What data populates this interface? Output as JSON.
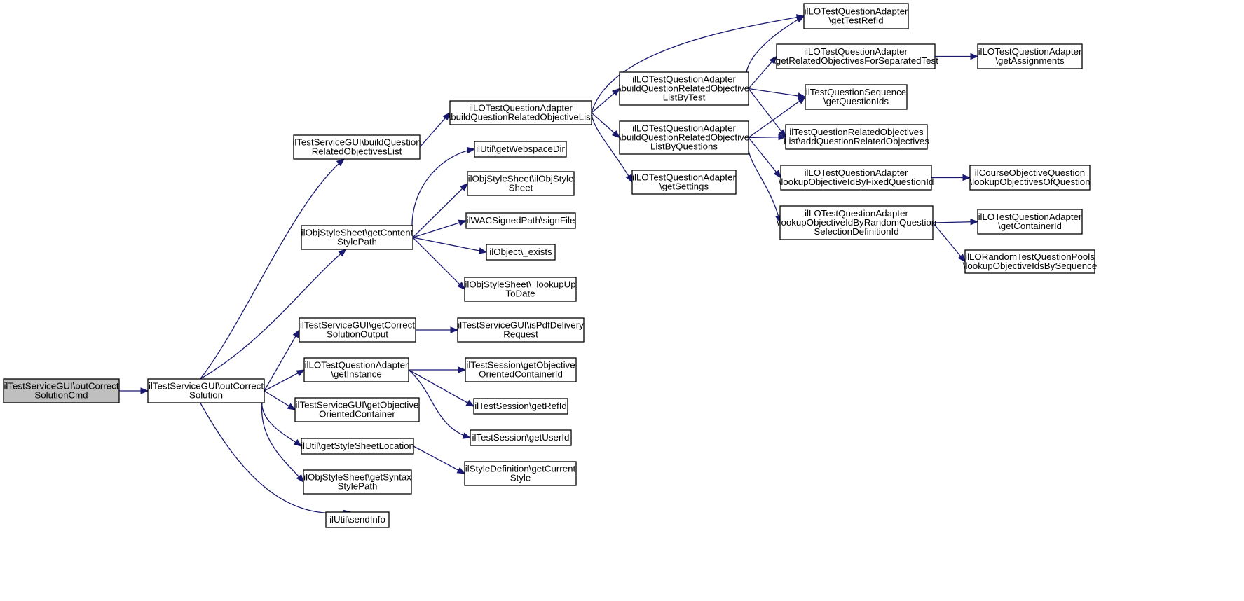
{
  "diagram": {
    "type": "call-graph",
    "nodes": [
      {
        "id": "n0",
        "lines": [
          "ilTestServiceGUI\\outCorrect",
          "SolutionCmd"
        ],
        "root": true
      },
      {
        "id": "n1",
        "lines": [
          "ilTestServiceGUI\\outCorrect",
          "Solution"
        ]
      },
      {
        "id": "n2",
        "lines": [
          "ilTestServiceGUI\\buildQuestion",
          "RelatedObjectivesList"
        ]
      },
      {
        "id": "n3",
        "lines": [
          "ilObjStyleSheet\\getContent",
          "StylePath"
        ]
      },
      {
        "id": "n4",
        "lines": [
          "ilTestServiceGUI\\getCorrect",
          "SolutionOutput"
        ]
      },
      {
        "id": "n5",
        "lines": [
          "ilLOTestQuestionAdapter",
          "\\getInstance"
        ]
      },
      {
        "id": "n6",
        "lines": [
          "ilTestServiceGUI\\getObjective",
          "OrientedContainer"
        ]
      },
      {
        "id": "n7",
        "lines": [
          "ilUtil\\getStyleSheetLocation"
        ]
      },
      {
        "id": "n8",
        "lines": [
          "ilObjStyleSheet\\getSyntax",
          "StylePath"
        ]
      },
      {
        "id": "n9",
        "lines": [
          "ilUtil\\sendInfo"
        ]
      },
      {
        "id": "n10",
        "lines": [
          "ilLOTestQuestionAdapter",
          "\\buildQuestionRelatedObjectiveList"
        ]
      },
      {
        "id": "n11",
        "lines": [
          "ilUtil\\getWebspaceDir"
        ]
      },
      {
        "id": "n12",
        "lines": [
          "ilObjStyleSheet\\ilObjStyle",
          "Sheet"
        ]
      },
      {
        "id": "n13",
        "lines": [
          "ilWACSignedPath\\signFile"
        ]
      },
      {
        "id": "n14",
        "lines": [
          "ilObject\\_exists"
        ]
      },
      {
        "id": "n15",
        "lines": [
          "ilObjStyleSheet\\_lookupUp",
          "ToDate"
        ]
      },
      {
        "id": "n16",
        "lines": [
          "ilTestServiceGUI\\isPdfDelivery",
          "Request"
        ]
      },
      {
        "id": "n17",
        "lines": [
          "ilTestSession\\getObjective",
          "OrientedContainerId"
        ]
      },
      {
        "id": "n18",
        "lines": [
          "ilTestSession\\getRefId"
        ]
      },
      {
        "id": "n19",
        "lines": [
          "ilTestSession\\getUserId"
        ]
      },
      {
        "id": "n20",
        "lines": [
          "ilStyleDefinition\\getCurrent",
          "Style"
        ]
      },
      {
        "id": "n21",
        "lines": [
          "ilLOTestQuestionAdapter",
          "\\buildQuestionRelatedObjective",
          "ListByTest"
        ]
      },
      {
        "id": "n22",
        "lines": [
          "ilLOTestQuestionAdapter",
          "\\buildQuestionRelatedObjective",
          "ListByQuestions"
        ]
      },
      {
        "id": "n23",
        "lines": [
          "ilLOTestQuestionAdapter",
          "\\getSettings"
        ]
      },
      {
        "id": "n24",
        "lines": [
          "ilLOTestQuestionAdapter",
          "\\getTestRefId"
        ]
      },
      {
        "id": "n25",
        "lines": [
          "ilLOTestQuestionAdapter",
          "\\getRelatedObjectivesForSeparatedTest"
        ]
      },
      {
        "id": "n26",
        "lines": [
          "ilTestQuestionSequence",
          "\\getQuestionIds"
        ]
      },
      {
        "id": "n27",
        "lines": [
          "ilTestQuestionRelatedObjectives",
          "List\\addQuestionRelatedObjectives"
        ]
      },
      {
        "id": "n28",
        "lines": [
          "ilLOTestQuestionAdapter",
          "\\lookupObjectiveIdByFixedQuestionId"
        ]
      },
      {
        "id": "n29",
        "lines": [
          "ilLOTestQuestionAdapter",
          "\\lookupObjectiveIdByRandomQuestion",
          "SelectionDefinitionId"
        ]
      },
      {
        "id": "n30",
        "lines": [
          "ilLOTestQuestionAdapter",
          "\\getAssignments"
        ]
      },
      {
        "id": "n31",
        "lines": [
          "ilCourseObjectiveQuestion",
          "\\lookupObjectivesOfQuestion"
        ]
      },
      {
        "id": "n32",
        "lines": [
          "ilLOTestQuestionAdapter",
          "\\getContainerId"
        ]
      },
      {
        "id": "n33",
        "lines": [
          "ilLORandomTestQuestionPools",
          "\\lookupObjectiveIdsBySequence"
        ]
      }
    ],
    "edges": [
      [
        "n0",
        "n1"
      ],
      [
        "n1",
        "n2"
      ],
      [
        "n1",
        "n3"
      ],
      [
        "n1",
        "n4"
      ],
      [
        "n1",
        "n5"
      ],
      [
        "n1",
        "n6"
      ],
      [
        "n1",
        "n7"
      ],
      [
        "n1",
        "n8"
      ],
      [
        "n1",
        "n9"
      ],
      [
        "n2",
        "n10"
      ],
      [
        "n3",
        "n11"
      ],
      [
        "n3",
        "n12"
      ],
      [
        "n3",
        "n13"
      ],
      [
        "n3",
        "n14"
      ],
      [
        "n3",
        "n15"
      ],
      [
        "n4",
        "n16"
      ],
      [
        "n5",
        "n17"
      ],
      [
        "n5",
        "n18"
      ],
      [
        "n5",
        "n19"
      ],
      [
        "n7",
        "n20"
      ],
      [
        "n10",
        "n24"
      ],
      [
        "n10",
        "n21"
      ],
      [
        "n10",
        "n22"
      ],
      [
        "n10",
        "n23"
      ],
      [
        "n21",
        "n24"
      ],
      [
        "n21",
        "n25"
      ],
      [
        "n21",
        "n26"
      ],
      [
        "n21",
        "n27"
      ],
      [
        "n22",
        "n26"
      ],
      [
        "n22",
        "n27"
      ],
      [
        "n22",
        "n28"
      ],
      [
        "n22",
        "n29"
      ],
      [
        "n25",
        "n30"
      ],
      [
        "n28",
        "n31"
      ],
      [
        "n29",
        "n32"
      ],
      [
        "n29",
        "n33"
      ]
    ]
  }
}
